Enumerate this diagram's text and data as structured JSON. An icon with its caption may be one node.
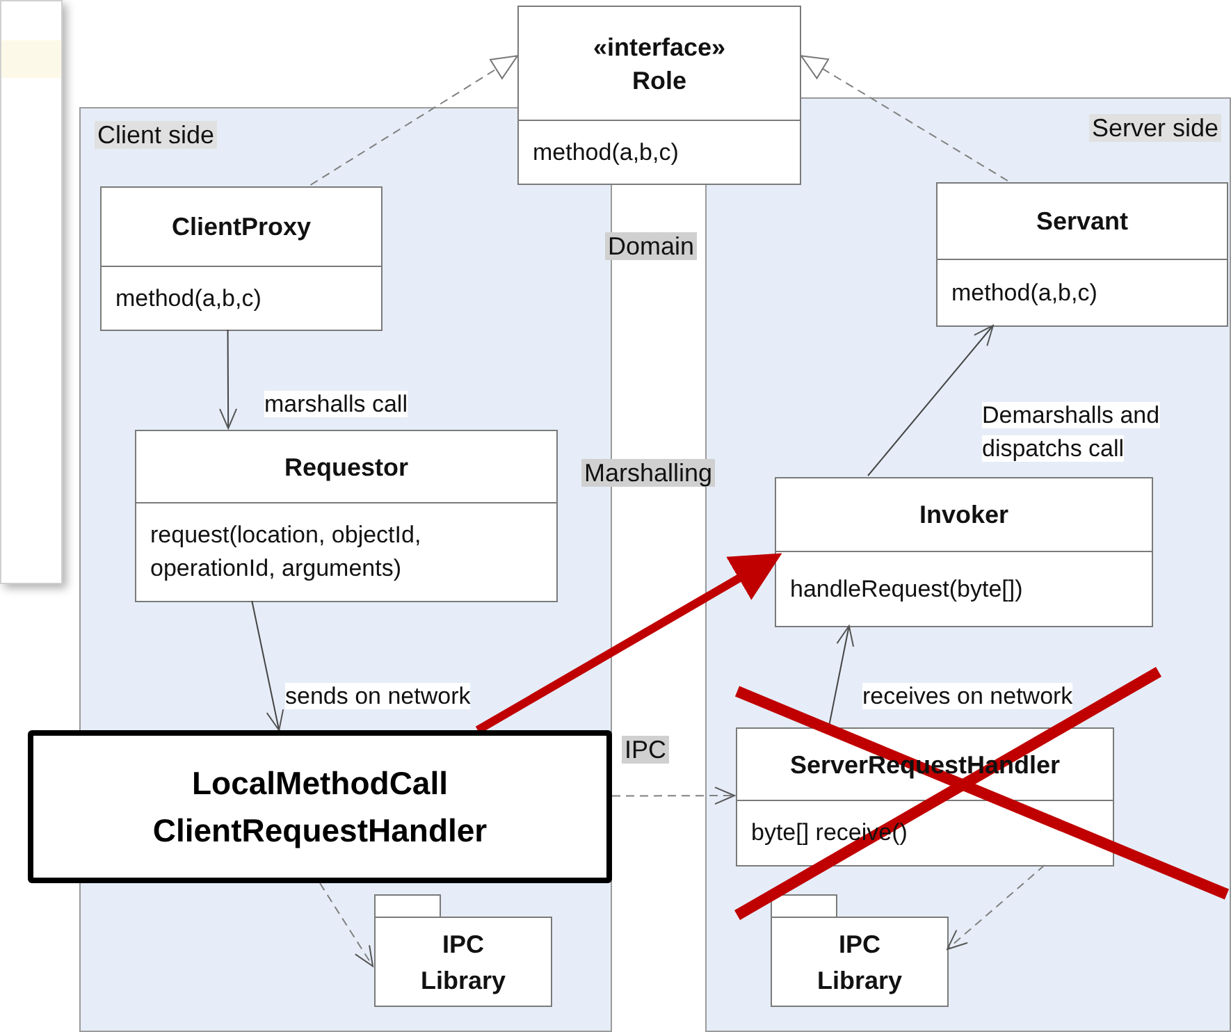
{
  "diagram": {
    "nodes": [
      {
        "text": [
          "Client side"
        ]
      },
      {
        "text": [
          "Server side"
        ]
      },
      {
        "text": [
          "«interface»",
          "Role",
          "method(a,b,c)"
        ]
      },
      {
        "text": [
          "ClientProxy",
          "method(a,b,c)"
        ],
        "in": 0
      },
      {
        "text": [
          "Requestor",
          "request(location, objectId, operationId, arguments)"
        ],
        "in": 0
      },
      {
        "text": [
          "LocalMethodCall ClientRequestHandler"
        ]
      },
      {
        "text": [
          "IPC Library"
        ],
        "in": 0
      },
      {
        "text": [
          "Invoker",
          "handleRequest(byte[])"
        ],
        "in": 1
      },
      {
        "text": [
          "Servant",
          "method(a,b,c)"
        ],
        "in": 1
      },
      {
        "text": [
          "ServerRequestHandler",
          "byte[] receive()"
        ],
        "in": 1
      },
      {
        "text": [
          "IPC Library"
        ],
        "in": 1
      }
    ],
    "edges": [
      {
        "from": 3,
        "to": 2,
        "arrow": "to",
        "style": "dashed"
      },
      {
        "from": 8,
        "to": 2,
        "arrow": "to",
        "style": "dashed"
      },
      {
        "from": 3,
        "to": 4,
        "arrow": "to",
        "label": "marshalls call"
      },
      {
        "from": 4,
        "to": 5,
        "arrow": "to",
        "label": "sends on network"
      },
      {
        "from": 5,
        "to": 9,
        "arrow": "to",
        "style": "dashed"
      },
      {
        "from": 5,
        "to": 6,
        "arrow": "to",
        "style": "dashed"
      },
      {
        "from": 9,
        "to": 7,
        "arrow": "to",
        "label": "receives on network"
      },
      {
        "from": 7,
        "to": 8,
        "arrow": "to",
        "label": "Demarshalls and dispatchs call"
      },
      {
        "from": 9,
        "to": 10,
        "arrow": "to",
        "style": "dashed"
      },
      {
        "from": 5,
        "to": 7,
        "arrow": "to",
        "style": "thick",
        "color": "#c00000"
      }
    ],
    "labels": [
      "Domain",
      "Marshalling",
      "IPC"
    ]
  }
}
